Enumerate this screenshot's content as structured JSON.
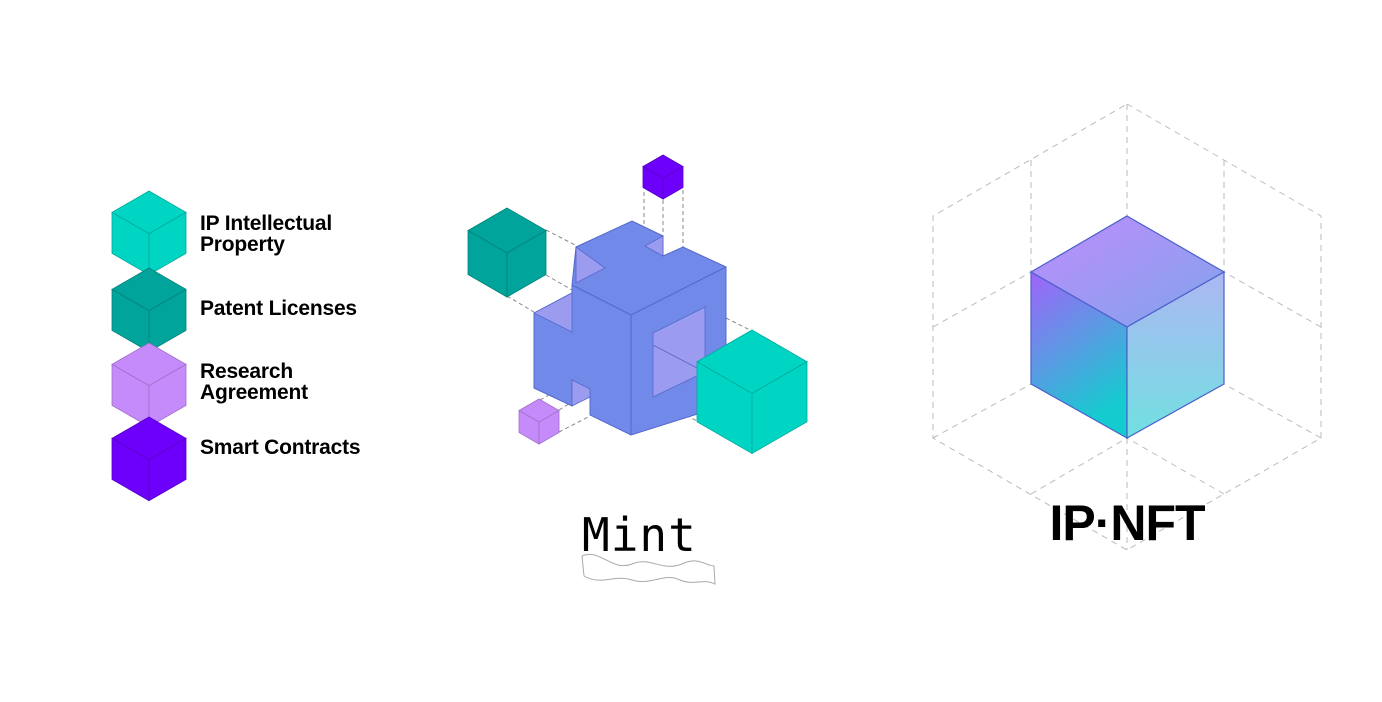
{
  "legend": {
    "items": [
      {
        "label_line1": "IP Intellectual",
        "label_line2": "Property",
        "color": "#00D4C3"
      },
      {
        "label_line1": "Patent Licenses",
        "label_line2": "",
        "color": "#00A49A"
      },
      {
        "label_line1": "Research",
        "label_line2": "Agreement",
        "color": "#C58BFA"
      },
      {
        "label_line1": "Smart Contracts",
        "label_line2": "",
        "color": "#6D00FA"
      }
    ]
  },
  "mint": {
    "label": "Mint",
    "block_color": "#7189E8",
    "notch_color": "#9B9BF0"
  },
  "ipnft": {
    "label": "IP·NFT"
  }
}
